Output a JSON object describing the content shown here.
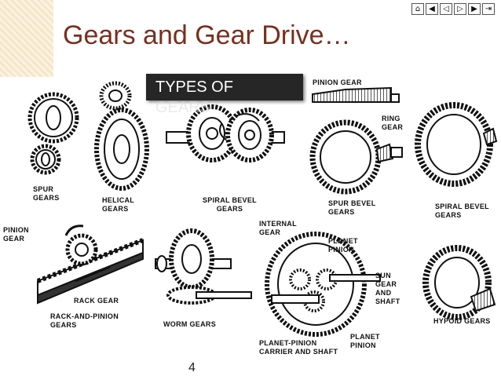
{
  "slide": {
    "title": "Gears and Gear Drive…",
    "page_number": "4",
    "callout_line1": "TYPES OF",
    "callout_line2": "GEARS"
  },
  "nav": {
    "buttons": [
      "home-icon",
      "first-icon",
      "prev-icon",
      "next-icon",
      "last-icon",
      "end-icon"
    ],
    "glyphs": [
      "⌂",
      "◀",
      "◁",
      "▷",
      "▶",
      "⇥"
    ]
  },
  "labels": {
    "spur": "SPUR\nGEARS",
    "helical": "HELICAL\nGEARS",
    "spiral_bevel_1": "SPIRAL BEVEL\nGEARS",
    "pinion_gear_top": "PINION GEAR",
    "ring_gear": "RING\nGEAR",
    "spur_bevel": "SPUR BEVEL\nGEARS",
    "spiral_bevel_2": "SPIRAL BEVEL\nGEARS",
    "pinion_gear_left": "PINION\nGEAR",
    "rack_gear": "RACK GEAR",
    "rack_and_pinion": "RACK-AND-PINION\nGEARS",
    "worm": "WORM GEARS",
    "internal_gear": "INTERNAL\nGEAR",
    "planet_pinion_top": "PLANET\nPINION",
    "sun_gear": "SUN\nGEAR\nAND\nSHAFT",
    "planet_pinion_bottom": "PLANET\nPINION",
    "carrier": "PLANET-PINION\nCARRIER AND SHAFT",
    "hypoid": "HYPOID GEARS"
  }
}
